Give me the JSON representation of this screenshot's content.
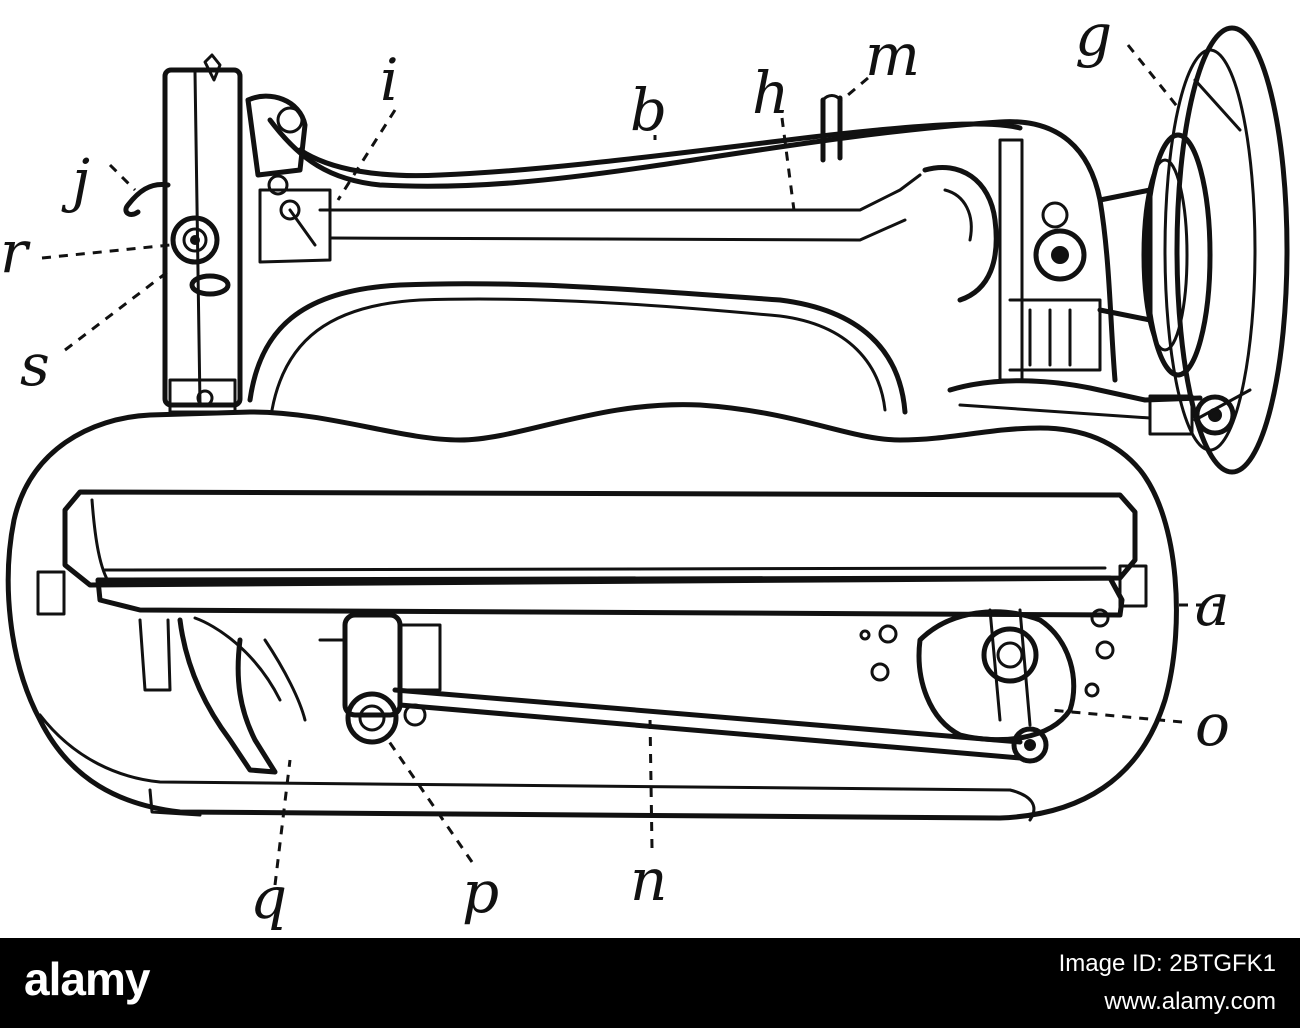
{
  "labels": {
    "a": "a",
    "b": "b",
    "g": "g",
    "h": "h",
    "i": "i",
    "j": "j",
    "m": "m",
    "n": "n",
    "o": "o",
    "p": "p",
    "q": "q",
    "r": "r",
    "s": "s"
  },
  "footer": {
    "brand": "alamy",
    "image_id": "Image ID: 2BTGFK1",
    "site": "www.alamy.com"
  },
  "colors": {
    "ink": "#111111",
    "background": "#ffffff",
    "footer_background": "#000000",
    "footer_text": "#ffffff"
  }
}
